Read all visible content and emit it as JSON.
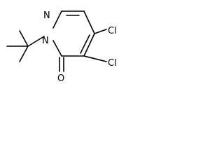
{
  "molecule": {
    "atoms": {
      "cl_top": "Cl",
      "cl_mid": "Cl",
      "n_left": "N",
      "n_sub": "N",
      "o_carbonyl": "O"
    }
  }
}
